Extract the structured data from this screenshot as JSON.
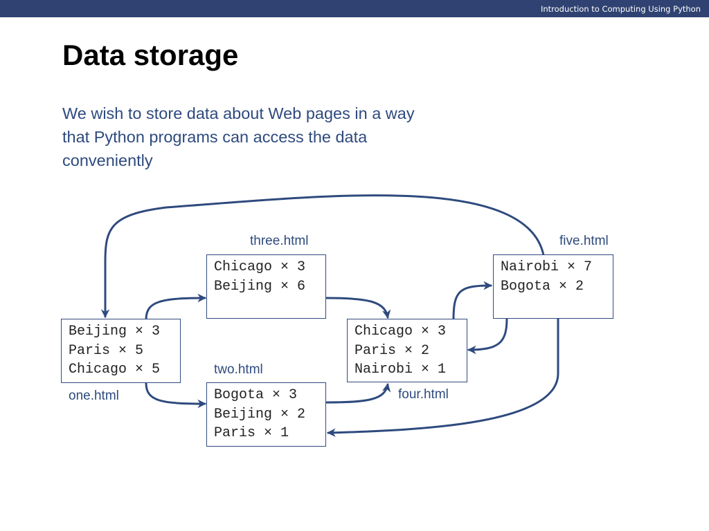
{
  "header": {
    "course_title": "Introduction to Computing Using Python"
  },
  "slide": {
    "title": "Data storage",
    "intro": "We wish to store data about Web pages in a way that Python programs can access the data conveniently"
  },
  "pages": {
    "one": {
      "label": "one.html",
      "lines": [
        "Beijing × 3",
        "Paris × 5",
        "Chicago × 5"
      ]
    },
    "two": {
      "label": "two.html",
      "lines": [
        "Bogota × 3",
        "Beijing × 2",
        "Paris × 1"
      ]
    },
    "three": {
      "label": "three.html",
      "lines": [
        "Chicago × 3",
        "Beijing × 6"
      ]
    },
    "four": {
      "label": "four.html",
      "lines": [
        "Chicago × 3",
        "Paris × 2",
        "Nairobi × 1"
      ]
    },
    "five": {
      "label": "five.html",
      "lines": [
        "Nairobi × 7",
        "Bogota × 2"
      ]
    }
  },
  "links": [
    {
      "from": "one",
      "to": "three"
    },
    {
      "from": "one",
      "to": "two"
    },
    {
      "from": "three",
      "to": "four"
    },
    {
      "from": "two",
      "to": "four"
    },
    {
      "from": "four",
      "to": "five"
    },
    {
      "from": "five",
      "to": "four"
    },
    {
      "from": "five",
      "to": "one"
    },
    {
      "from": "five",
      "to": "two"
    }
  ],
  "colors": {
    "accent": "#2e4a7e",
    "header_bar": "#2f4271"
  }
}
